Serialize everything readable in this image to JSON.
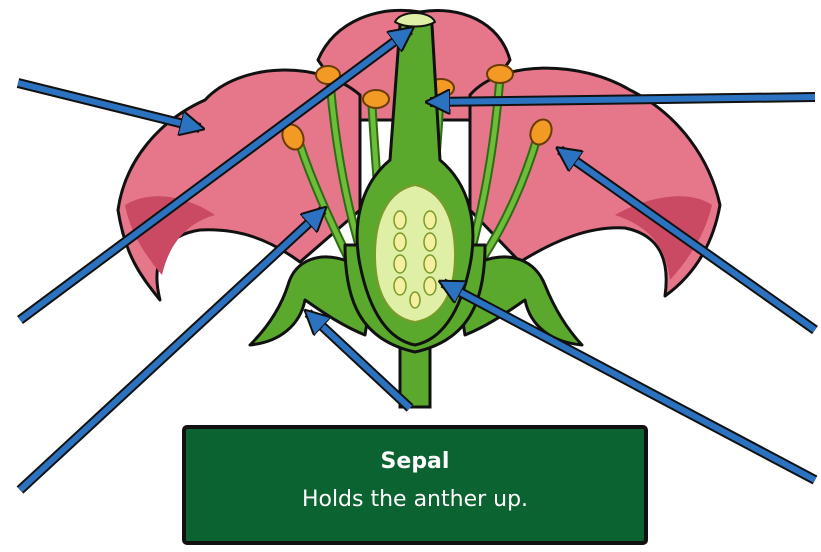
{
  "info_box": {
    "title": "Sepal",
    "description": "Holds the anther up."
  },
  "colors": {
    "petal": "#e6768a",
    "petal_dark": "#c94a62",
    "stem_green": "#5aa92d",
    "stem_dark": "#2f6b17",
    "anther": "#f39a25",
    "arrow": "#2b73c0",
    "box": "#0b6331"
  },
  "icons": [
    "flower-illustration",
    "pointer-arrow"
  ]
}
